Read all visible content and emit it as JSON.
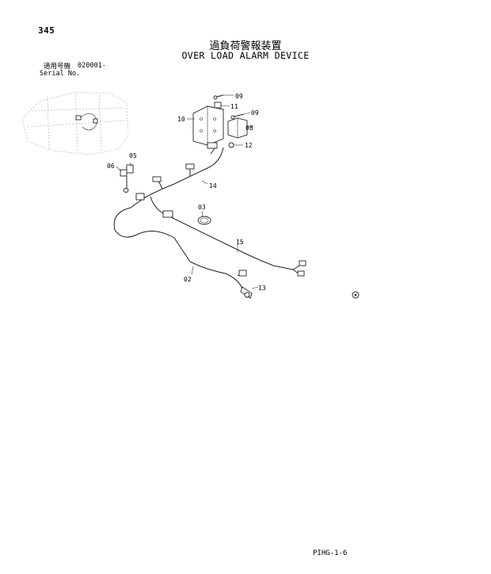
{
  "page_number": "345",
  "title_jp": "過負荷警報装置",
  "title_en": "OVER LOAD ALARM DEVICE",
  "serial": {
    "label_jp": "適用号機",
    "value": "020001-",
    "label_en": "Serial No."
  },
  "footer_code": "PIHG-1-6",
  "part_labels": [
    "09",
    "11",
    "10",
    "09",
    "08",
    "12",
    "05",
    "06",
    "14",
    "03",
    "15",
    "02",
    "13"
  ]
}
